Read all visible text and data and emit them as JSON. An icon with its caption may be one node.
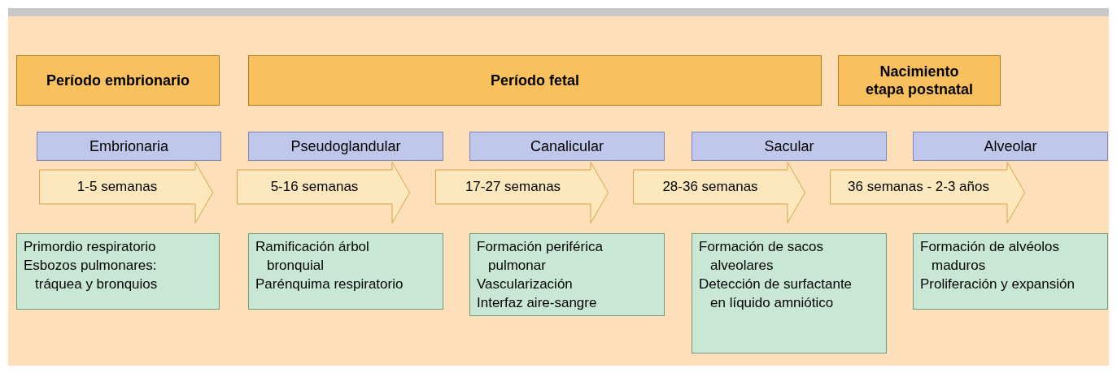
{
  "diagram": {
    "nodes": [
      {
        "text": [
          "Período embrionario"
        ]
      },
      {
        "text": [
          "Período fetal"
        ]
      },
      {
        "text": [
          "Nacimiento etapa postnatal"
        ]
      },
      {
        "text": [
          "Embrionaria"
        ]
      },
      {
        "text": [
          "Pseudoglandular"
        ]
      },
      {
        "text": [
          "Canalicular"
        ]
      },
      {
        "text": [
          "Sacular"
        ]
      },
      {
        "text": [
          "Alveolar"
        ]
      },
      {
        "text": [
          "1-5 semanas"
        ]
      },
      {
        "text": [
          "5-16 semanas"
        ]
      },
      {
        "text": [
          "17-27 semanas"
        ]
      },
      {
        "text": [
          "28-36 semanas"
        ]
      },
      {
        "text": [
          "36 semanas - 2-3 años"
        ]
      },
      {
        "text": [
          "Primordio respiratorio",
          "Esbozos pulmonares: tráquea y bronquios"
        ]
      },
      {
        "text": [
          "Ramificación árbol bronquial",
          "Parénquima respiratorio"
        ]
      },
      {
        "text": [
          "Formación periférica pulmonar",
          "Vascularización",
          "Interfaz aire-sangre"
        ]
      },
      {
        "text": [
          "Formación de sacos alveolares",
          "Detección de surfactante en líquido amniótico"
        ]
      },
      {
        "text": [
          "Formación de alvéolos maduros",
          "Proliferación y expansión"
        ]
      }
    ]
  }
}
